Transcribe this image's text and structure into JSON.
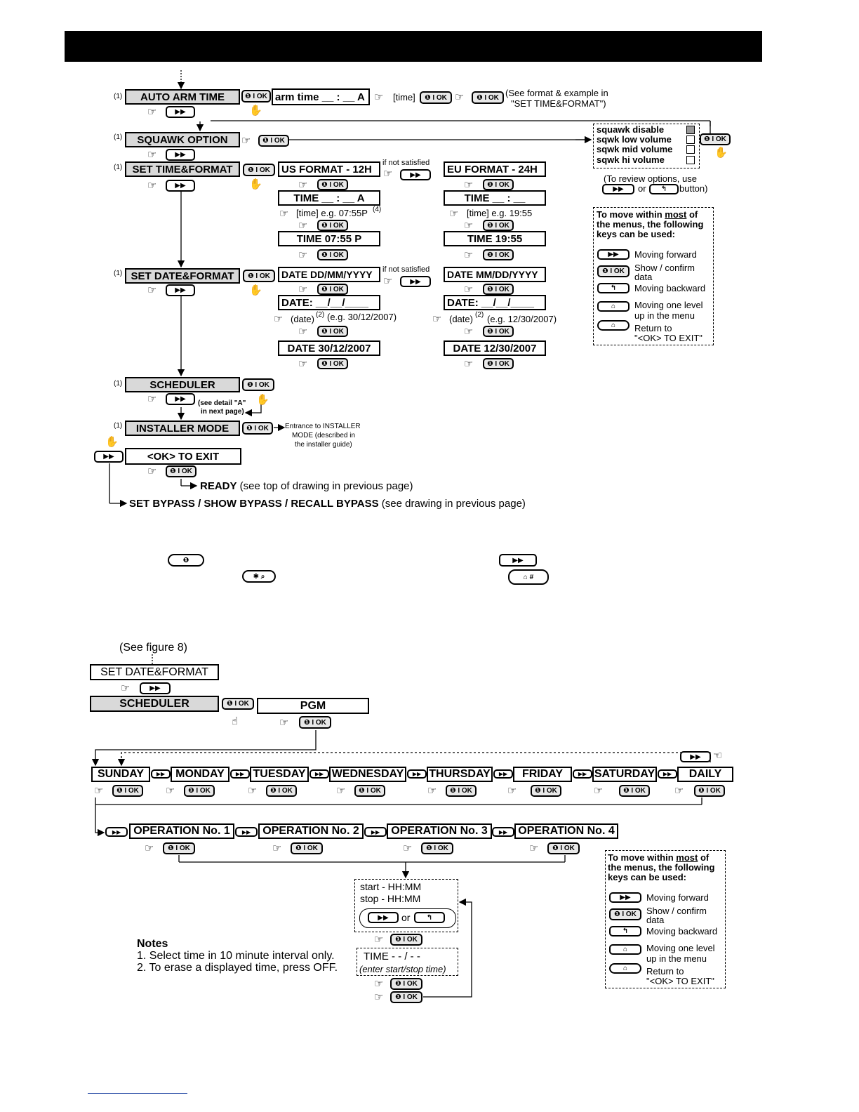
{
  "figure8": {
    "auto_arm": {
      "fn": "(1)",
      "label": "AUTO ARM TIME",
      "field": "arm time __ : __ A",
      "time": "[time]",
      "see": "(See format & example in",
      "see2": "\"SET TIME&FORMAT\")"
    },
    "squawk": {
      "fn": "(1)",
      "label": "SQUAWK OPTION",
      "options": [
        "squawk disable",
        "sqwk low volume",
        "sqwk mid volume",
        "sqwk hi volume"
      ],
      "review": "(To review options, use",
      "review_or": "or",
      "review_button": "button)"
    },
    "set_time": {
      "fn": "(1)",
      "label": "SET TIME&FORMAT",
      "us": "US FORMAT - 12H",
      "eu": "EU FORMAT - 24H",
      "if_not": "if not satisfied",
      "us_time": "TIME __ : __ A",
      "eu_time": "TIME __ : __",
      "us_hint": "[time] e.g. 07:55P",
      "us_hint_sup": "(4)",
      "eu_hint": "[time] e.g. 19:55",
      "us_result": "TIME 07:55 P",
      "eu_result": "TIME 19:55"
    },
    "set_date": {
      "fn": "(1)",
      "label": "SET DATE&FORMAT",
      "dd": "DATE DD/MM/YYYY",
      "mm": "DATE MM/DD/YYYY",
      "if_not": "if not satisfied",
      "dd_field": "DATE: __/__/____",
      "mm_field": "DATE: __/__/____",
      "dd_hint": "(date)",
      "dd_sup": "(2)",
      "dd_ex": "(e.g. 30/12/2007)",
      "mm_hint": "(date)",
      "mm_sup": "(2)",
      "mm_ex": "(e.g. 12/30/2007)",
      "dd_result": "DATE 30/12/2007",
      "mm_result": "DATE 12/30/2007"
    },
    "scheduler": {
      "fn": "(1)",
      "label": "SCHEDULER",
      "detail": "(see detail \"A\"",
      "detail2": "in next page)"
    },
    "installer": {
      "fn": "(1)",
      "label": "INSTALLER MODE",
      "entrance": "Entrance to INSTALLER",
      "entrance2": "MODE (described in",
      "entrance3": "the installer guide)"
    },
    "exit": {
      "label": "<OK> TO EXIT"
    },
    "ready": {
      "bold": "READY",
      "rest": " (see top of drawing in previous page)"
    },
    "bypass": {
      "bold": "SET BYPASS / SHOW BYPASS / RECALL BYPASS",
      "rest": " (see drawing in previous page)"
    }
  },
  "legend": {
    "title1": "To move within ",
    "title_u": "most",
    "title2": " of",
    "title3": "the menus, the following",
    "title4": "keys can be used:",
    "rows": [
      "Moving forward",
      "Show / confirm",
      "data",
      "Moving backward",
      "Moving one level",
      "up in the menu",
      "Return to",
      "\"<OK> TO EXIT\""
    ]
  },
  "keys": {
    "ok": "❶ I OK",
    "fwd": "▶▶",
    "back": "↰",
    "home": "⌂",
    "up": "⌂ #",
    "star": "✱ ⌕",
    "info": "❶"
  },
  "figureA": {
    "see": "(See figure 8)",
    "set_date": "SET DATE&FORMAT",
    "scheduler": "SCHEDULER",
    "pgm": "PGM",
    "days": [
      "SUNDAY",
      "MONDAY",
      "TUESDAY",
      "WEDNESDAY",
      "THURSDAY",
      "FRIDAY",
      "SATURDAY",
      "DAILY"
    ],
    "ops": [
      "OPERATION No. 1",
      "OPERATION No. 2",
      "OPERATION No. 3",
      "OPERATION No. 4"
    ],
    "start": "start -  HH:MM",
    "stop": "stop -  HH:MM",
    "or": "or",
    "time_field": "TIME - - / - -",
    "time_hint": "(enter start/stop time)",
    "notes_title": "Notes",
    "notes": [
      "1. Select time in 10 minute interval only.",
      "2. To erase a displayed time, press OFF."
    ]
  }
}
